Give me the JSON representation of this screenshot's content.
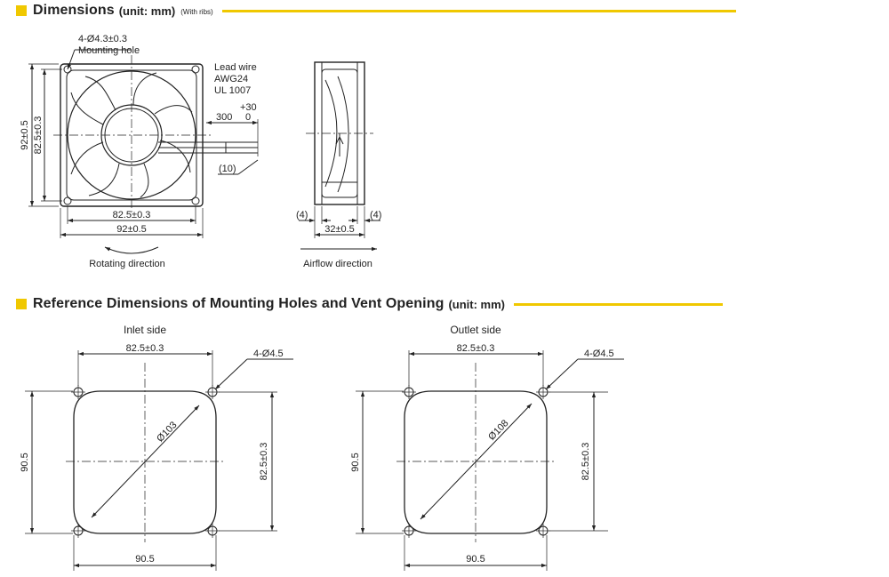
{
  "section1": {
    "title": "Dimensions",
    "unit": "(unit: mm)",
    "note": "(With ribs)"
  },
  "section2": {
    "title": "Reference Dimensions of Mounting Holes and Vent Opening",
    "unit": "(unit: mm)"
  },
  "front_view": {
    "hole_spec": "4-Ø4.3±0.3",
    "hole_label": "Mounting hole",
    "lead_wire": [
      "Lead wire",
      "AWG24",
      "UL 1007"
    ],
    "lead_tol": "+30",
    "lead_length": "300",
    "lead_tol_lower": "0",
    "strip_length": "(10)",
    "outer_height": "92±0.5",
    "pitch_height": "82.5±0.3",
    "pitch_width": "82.5±0.3",
    "outer_width": "92±0.5",
    "rotation_label": "Rotating direction"
  },
  "side_view": {
    "rib_left": "(4)",
    "rib_right": "(4)",
    "depth": "32±0.5",
    "airflow_label": "Airflow direction"
  },
  "inlet": {
    "caption": "Inlet side",
    "pitch_top": "82.5±0.3",
    "hole_spec": "4-Ø4.5",
    "diameter": "Ø103",
    "height": "90.5",
    "pitch_side": "82.5±0.3",
    "width": "90.5"
  },
  "outlet": {
    "caption": "Outlet side",
    "pitch_top": "82.5±0.3",
    "hole_spec": "4-Ø4.5",
    "diameter": "Ø108",
    "height": "90.5",
    "pitch_side": "82.5±0.3",
    "width": "90.5"
  },
  "colors": {
    "accent": "#f0c800",
    "line": "#222222"
  }
}
